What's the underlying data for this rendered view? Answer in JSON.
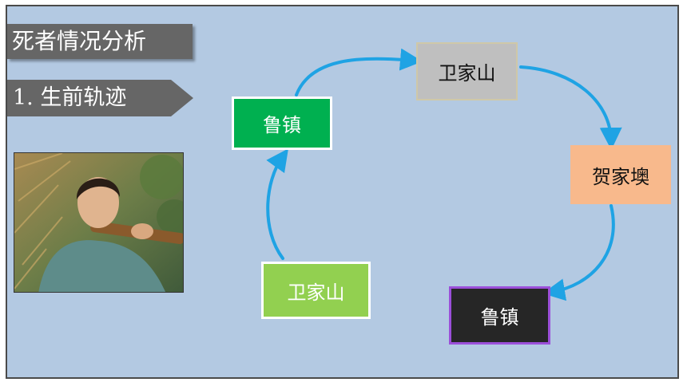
{
  "title": "死者情况分析",
  "subtitle": "1. 生前轨迹",
  "photo": {
    "description_icon": "woman-portrait-photo"
  },
  "nodes": [
    {
      "id": "n1",
      "label": "鲁镇"
    },
    {
      "id": "n2",
      "label": "卫家山"
    },
    {
      "id": "n3",
      "label": "贺家墺"
    },
    {
      "id": "n4",
      "label": "鲁镇"
    },
    {
      "id": "n5",
      "label": "卫家山"
    }
  ],
  "colors": {
    "background": "#b3c9e2",
    "arrow": "#1fa3e4",
    "title_bar": "#666666",
    "node_1": "#00b050",
    "node_2": "#bfbfbf",
    "node_3": "#f8b98c",
    "node_4": "#262626",
    "node_5": "#92d050"
  }
}
